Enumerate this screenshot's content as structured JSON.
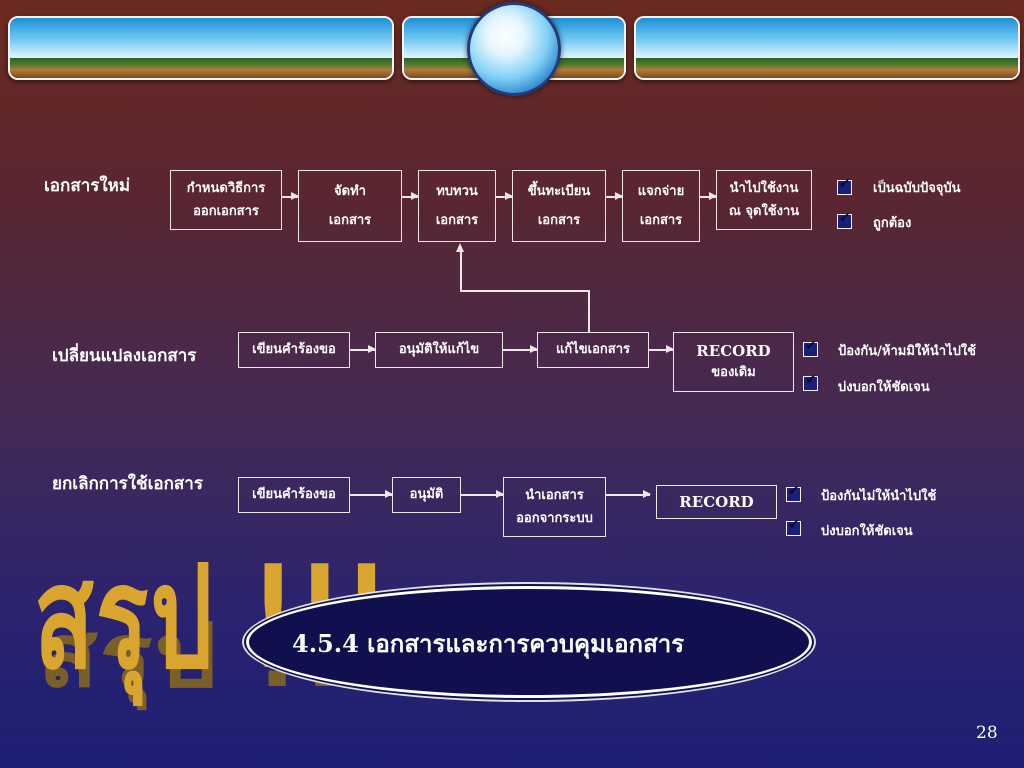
{
  "rows": {
    "new_docs": {
      "label": "เอกสารใหม่",
      "steps": [
        {
          "line1": "กำหนดวิธีการ",
          "line2": "ออกเอกสาร"
        },
        {
          "line1": "จัดทำ",
          "line2": "เอกสาร"
        },
        {
          "line1": "ทบทวน",
          "line2": "เอกสาร"
        },
        {
          "line1": "ขึ้นทะเบียน",
          "line2": "เอกสาร"
        },
        {
          "line1": "แจกจ่าย",
          "line2": "เอกสาร"
        },
        {
          "line1": "นำไปใช้งาน",
          "line2": "ณ จุดใช้งาน"
        }
      ],
      "notes": [
        "เป็นฉบับปัจจุบัน",
        "ถูกต้อง"
      ]
    },
    "change_docs": {
      "label": "เปลี่ยนแปลงเอกสาร",
      "steps": [
        {
          "line1": "เขียนคำร้องขอ"
        },
        {
          "line1": "อนุมัติให้แก้ไข"
        },
        {
          "line1": "แก้ไขเอกสาร"
        },
        {
          "line1": "RECORD",
          "line2": "ของเดิม"
        }
      ],
      "notes": [
        "ป้องกัน/ห้ามมิให้นำไปใช้",
        "บ่งบอกให้ชัดเจน"
      ]
    },
    "cancel_docs": {
      "label": "ยกเลิกการใช้เอกสาร",
      "steps": [
        {
          "line1": "เขียนคำร้องขอ"
        },
        {
          "line1": "อนุมัติ"
        },
        {
          "line1": "นำเอกสาร",
          "line2": "ออกจากระบบ"
        },
        {
          "line1": "RECORD"
        }
      ],
      "notes": [
        "ป้องกันไม่ให้นำไปใช้",
        "บ่งบอกให้ชัดเจน"
      ]
    }
  },
  "summary": {
    "word": "สรุป !!!",
    "topic": "4.5.4 เอกสารและการควบคุมเอกสาร"
  },
  "page_number": "28",
  "colors": {
    "summary_gold": "#d9a52e",
    "oval_fill": "#10104e",
    "checkbox_fill": "#1a1f7a"
  },
  "icons": {
    "checkbox": "check-icon",
    "globe": "globe-icon"
  }
}
